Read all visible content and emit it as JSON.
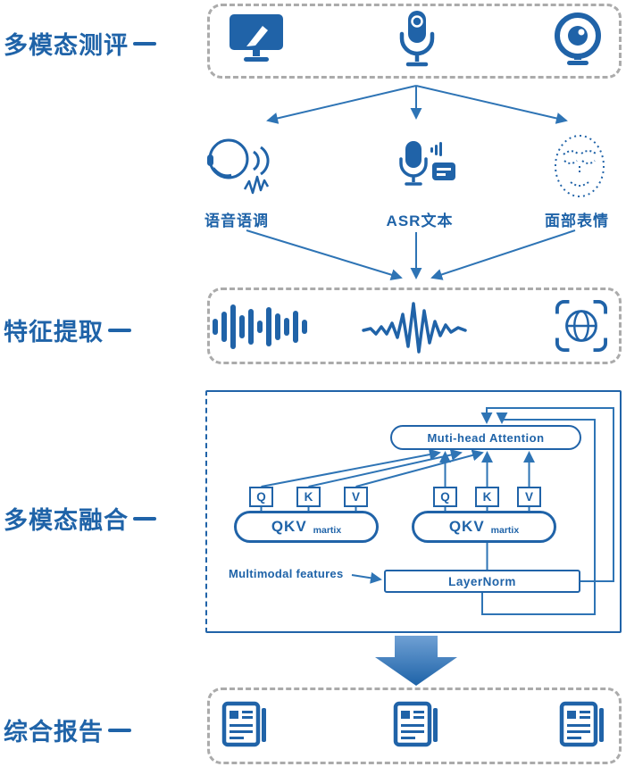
{
  "theme": {
    "primary_blue": "#1F63A8",
    "icon_blue": "#2063A8",
    "arrow_blue": "#2E74B5",
    "dash_gray": "#ABABAB",
    "background": "#FFFFFF"
  },
  "stages": {
    "assessment": {
      "label": "多模态测评"
    },
    "extraction": {
      "label": "特征提取"
    },
    "fusion": {
      "label": "多模态融合"
    },
    "report": {
      "label": "综合报告"
    }
  },
  "modalities": [
    {
      "label": "语音语调",
      "icon": "speaking-person-icon"
    },
    {
      "label": "ASR文本",
      "icon": "mic-transcript-icon"
    },
    {
      "label": "面部表情",
      "icon": "face-mesh-icon"
    }
  ],
  "assessment_icons": [
    "screen-writing-icon",
    "microphone-icon",
    "webcam-icon"
  ],
  "extraction_icons": [
    "waveform-bars-icon",
    "signal-wave-icon",
    "face-scan-icon"
  ],
  "report_icons": [
    "report-doc-icon",
    "report-doc-icon",
    "report-doc-icon"
  ],
  "fusion": {
    "attention_label": "Muti-head Attention",
    "features_label": "Multimodal features",
    "layernorm_label": "LayerNorm",
    "blocks": [
      {
        "title": "QKV",
        "subtitle": "martix",
        "heads": [
          "Q",
          "K",
          "V"
        ]
      },
      {
        "title": "QKV",
        "subtitle": "martix",
        "heads": [
          "Q",
          "K",
          "V"
        ]
      }
    ]
  }
}
